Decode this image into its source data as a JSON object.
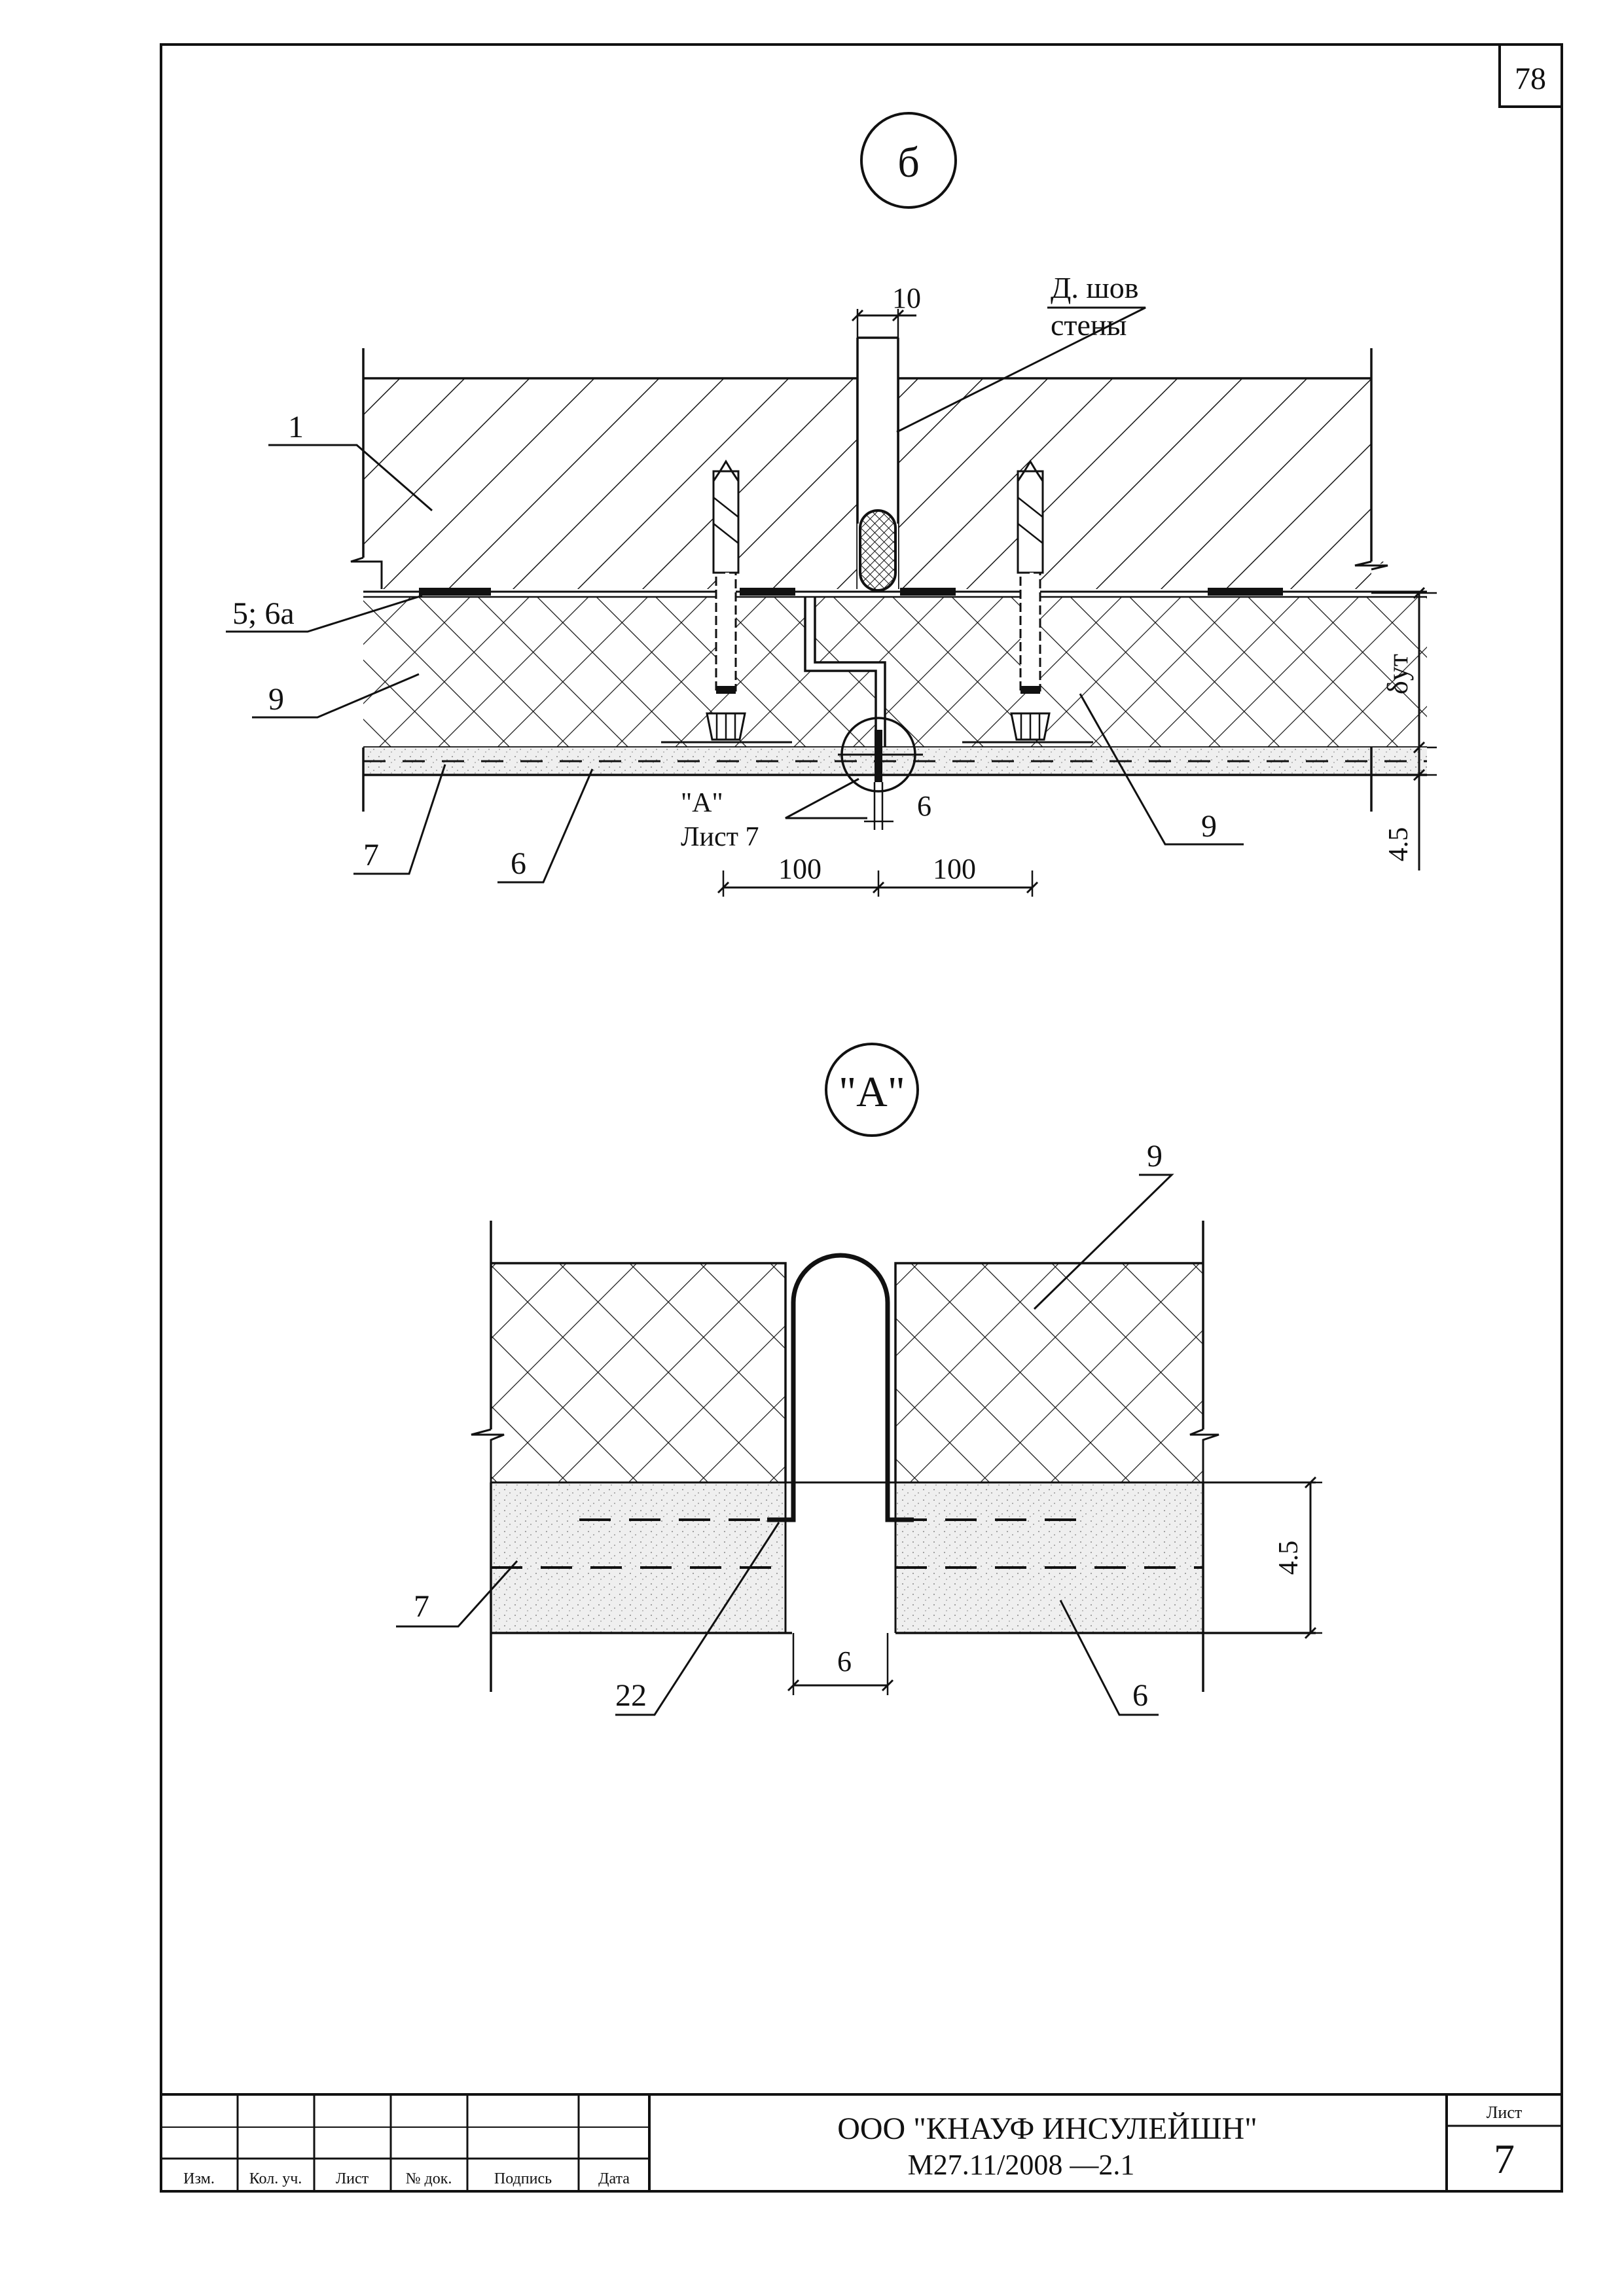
{
  "page_number": "78",
  "section_view": {
    "marker": "б",
    "labels": {
      "l1": "1",
      "l5": "5; 6а",
      "l9a": "9",
      "l7": "7",
      "l6": "6",
      "l9b": "9",
      "l10": "10",
      "joint_line1": "Д. шов",
      "joint_line2": "стены",
      "ref_a": "\"А\"",
      "ref_sheet": "Лист 7"
    },
    "dims": {
      "joint_gap": "6",
      "left_span": "100",
      "right_span": "100",
      "insulation_thickness": "δут",
      "render_thickness": "4.5"
    }
  },
  "detail_view": {
    "marker": "\"А\"",
    "labels": {
      "l9": "9",
      "l7": "7",
      "l22": "22",
      "l6": "6"
    },
    "dims": {
      "gap_width": "6",
      "render_thickness": "4.5"
    }
  },
  "title_block": {
    "headers": [
      "Изм.",
      "Кол. уч.",
      "Лист",
      "№ док.",
      "Подпись",
      "Дата"
    ],
    "company": "ООО \"КНАУФ ИНСУЛЕЙШН\"",
    "doc_code": "М27.11/2008 —2.1",
    "sheet_label": "Лист",
    "sheet_number": "7"
  }
}
